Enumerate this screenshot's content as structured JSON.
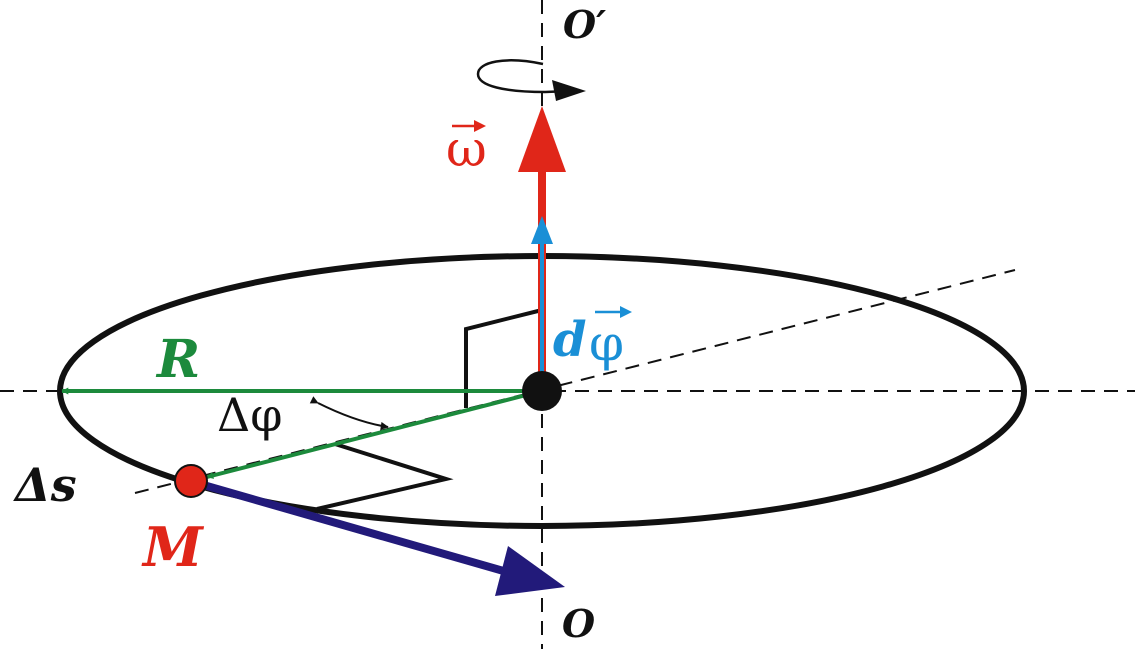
{
  "diagram": {
    "labels": {
      "axis_top": "O′",
      "axis_bottom": "O",
      "omega": "ω",
      "dphi_d": "d",
      "dphi_phi": "φ",
      "radius": "R",
      "delta_phi": "Δφ",
      "delta_s": "Δs",
      "point": "M"
    },
    "colors": {
      "outline": "#111111",
      "omega": "#e02619",
      "dphi": "#1a8fd6",
      "radius": "#1c8a3c",
      "velocity": "#221a7a",
      "point": "#e02619"
    }
  }
}
